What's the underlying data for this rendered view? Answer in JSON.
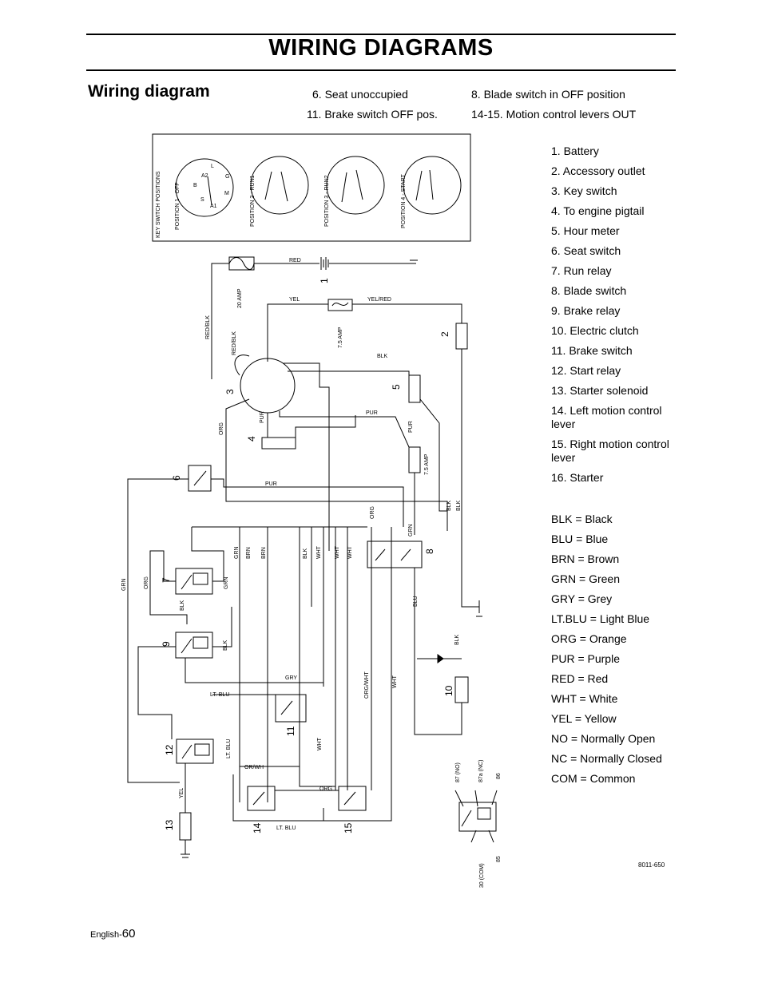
{
  "header": {
    "title": "WIRING DIAGRAMS"
  },
  "section": {
    "title": "Wiring diagram"
  },
  "conditions": [
    "6. Seat unoccupied",
    "8. Blade switch in OFF position",
    "11. Brake switch OFF pos.",
    "14-15. Motion control levers OUT"
  ],
  "components": [
    "1. Battery",
    "2. Accessory outlet",
    "3. Key switch",
    "4. To engine pigtail",
    "5. Hour meter",
    "6. Seat switch",
    "7. Run relay",
    "8. Blade switch",
    "9. Brake relay",
    "10. Electric clutch",
    "11. Brake switch",
    "12. Start relay",
    "13. Starter solenoid",
    "14. Left motion control lever",
    "15. Right motion control lever",
    "16. Starter"
  ],
  "color_codes": [
    "BLK = Black",
    "BLU = Blue",
    "BRN = Brown",
    "GRN = Green",
    "GRY = Grey",
    "LT.BLU = Light Blue",
    "ORG = Orange",
    "PUR = Purple",
    "RED = Red",
    "WHT = White",
    "YEL = Yellow",
    "NO = Normally Open",
    "NC = Normally Closed",
    "COM = Common"
  ],
  "key_switch": {
    "panel_label": "KEY SWITCH POSITIONS",
    "positions": [
      "POSITION 1 - OFF",
      "POSITION 2 - RUN1",
      "POSITION 3 - RUN2",
      "POSITION 4 - START"
    ],
    "terminals": [
      "B",
      "A2",
      "L",
      "S",
      "A1",
      "M",
      "G"
    ]
  },
  "diagram": {
    "numbers": [
      "1",
      "2",
      "3",
      "4",
      "5",
      "6",
      "7",
      "8",
      "9",
      "10",
      "11",
      "12",
      "13",
      "14",
      "15"
    ],
    "wire_labels": [
      "RED",
      "YEL",
      "YEL/RED",
      "RED/BLK",
      "RED/BLK",
      "BLK",
      "ORG",
      "PUR",
      "PUR",
      "PUR",
      "PUR",
      "GRN",
      "ORG",
      "GRN",
      "BRN",
      "BRN",
      "BLK",
      "WHT",
      "WHT",
      "WHT",
      "GRN",
      "BLK",
      "BLK",
      "ORG",
      "BLU",
      "BLK",
      "BLK",
      "GRY",
      "LT. BLU",
      "LT. BLU",
      "ORG/WHT",
      "WHT",
      "WHT",
      "OR/WH",
      "ORG",
      "LT. BLU",
      "YEL",
      "GRN",
      "BLK"
    ],
    "fuses": [
      "20 AMP",
      "7.5 AMP",
      "7.5 AMP"
    ],
    "relay_pins": [
      "87 (NO)",
      "87a (NC)",
      "86",
      "85",
      "30 (COM)"
    ]
  },
  "reference": "8011-650",
  "footer": {
    "lang": "English-",
    "page": "60"
  }
}
